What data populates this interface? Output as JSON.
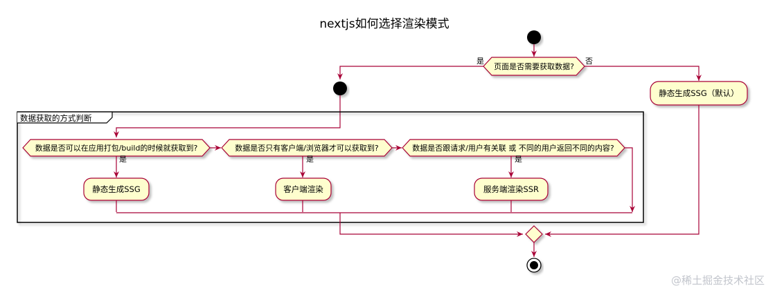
{
  "title": "nextjs如何选择渲染模式",
  "decision_main": "页面是否需要获取数据?",
  "branch_yes": "是",
  "branch_no": "否",
  "default_action": "静态生成SSG（默认）",
  "partition_label": "数据获取的方式判断",
  "conditions": [
    {
      "question": "数据是否可以在应用打包/build的时候就获取到?",
      "yes": "是",
      "action": "静态生成SSG"
    },
    {
      "question": "数据是否只有客户端/浏览器才可以获取到?",
      "yes": "是",
      "action": "客户端渲染"
    },
    {
      "question": "数据是否跟请求/用户有关联 或 不同的用户返回不同的内容?",
      "yes": "是",
      "action": "服务端渲染SSR"
    }
  ],
  "watermark": "@稀土掘金技术社区",
  "colors": {
    "line": "#a80036",
    "node_fill": "#fefece",
    "border": "#a80036",
    "start_end": "#000000"
  }
}
